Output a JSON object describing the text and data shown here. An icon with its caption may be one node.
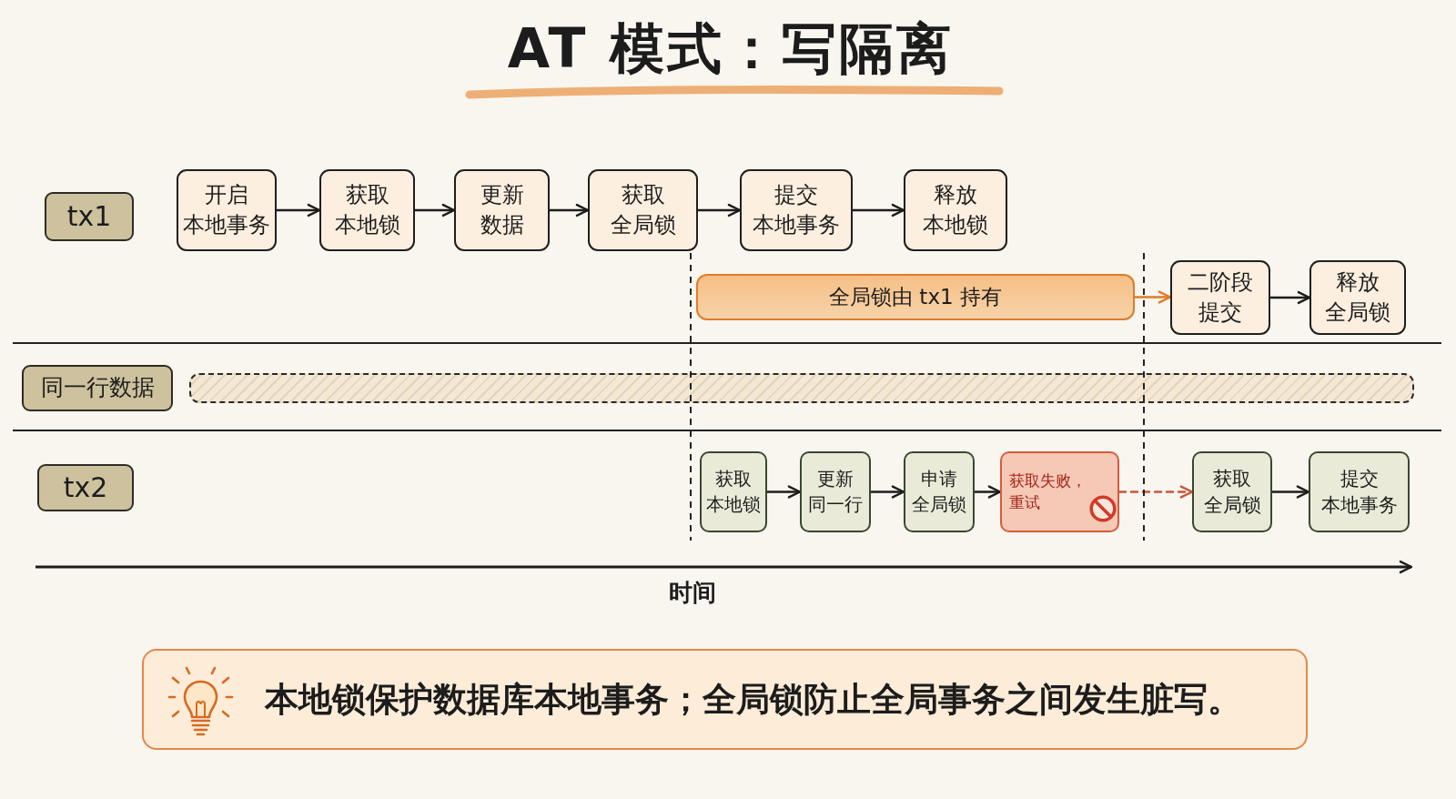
{
  "diagram": {
    "title": "AT 模式：写隔离",
    "nodes": [
      {
        "text": [
          "tx1"
        ]
      },
      {
        "text": [
          "开启本地事务"
        ]
      },
      {
        "text": [
          "获取本地锁"
        ]
      },
      {
        "text": [
          "更新数据"
        ]
      },
      {
        "text": [
          "获取全局锁"
        ]
      },
      {
        "text": [
          "提交本地事务"
        ]
      },
      {
        "text": [
          "释放本地锁"
        ]
      },
      {
        "text": [
          "全局锁由 tx1 持有"
        ]
      },
      {
        "text": [
          "二阶段提交"
        ]
      },
      {
        "text": [
          "释放全局锁"
        ]
      },
      {
        "text": [
          "同一行数据"
        ]
      },
      {
        "text": [],
        "shape": "bar"
      },
      {
        "text": [
          "tx2"
        ]
      },
      {
        "text": [
          "获取本地锁"
        ]
      },
      {
        "text": [
          "更新同一行"
        ]
      },
      {
        "text": [
          "申请全局锁"
        ]
      },
      {
        "text": [
          "获取失败，重试"
        ]
      },
      {
        "text": [
          "获取全局锁"
        ]
      },
      {
        "text": [
          "提交本地事务"
        ]
      },
      {
        "text": [
          "本地锁保护数据库本地事务；全局锁防止全局事务之间发生脏写。"
        ]
      }
    ],
    "edges": [
      {
        "from": 1,
        "to": 2,
        "arrow": "to"
      },
      {
        "from": 2,
        "to": 3,
        "arrow": "to"
      },
      {
        "from": 3,
        "to": 4,
        "arrow": "to"
      },
      {
        "from": 4,
        "to": 5,
        "arrow": "to"
      },
      {
        "from": 5,
        "to": 6,
        "arrow": "to"
      },
      {
        "from": 7,
        "to": 8,
        "arrow": "to",
        "color": "#e07b2a"
      },
      {
        "from": 8,
        "to": 9,
        "arrow": "to"
      },
      {
        "from": 13,
        "to": 14,
        "arrow": "to"
      },
      {
        "from": 14,
        "to": 15,
        "arrow": "to"
      },
      {
        "from": 15,
        "to": 16,
        "arrow": "to"
      },
      {
        "from": 16,
        "to": 17,
        "arrow": "to",
        "style": "dashed",
        "color": "#c8553a"
      },
      {
        "from": 17,
        "to": 18,
        "arrow": "to"
      }
    ],
    "labels": [
      "时间"
    ]
  }
}
